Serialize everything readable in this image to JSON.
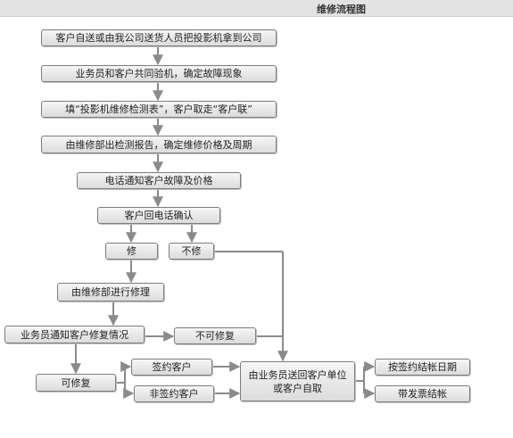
{
  "header": {
    "title": "维修流程图"
  },
  "steps": {
    "s1": "客户自送或由我公司送货人员把投影机拿到公司",
    "s2": "业务员和客户共同验机，确定故障现象",
    "s3": "填“投影机维修检测表”，客户取走“客户联”",
    "s4": "由维修部出检测报告，确定维修价格及周期",
    "s5": "电话通知客户故障及价格",
    "s6": "客户回电话确认",
    "repair": "修",
    "no_repair": "不修",
    "do_repair": "由维修部进行修理",
    "notify": "业务员通知客户修复情况",
    "unrepairable": "不可修复",
    "repairable": "可修复",
    "contract": "签约客户",
    "non_contract": "非签约客户",
    "return_line1": "由业务员送回客户单位",
    "return_line2": "或客户自取",
    "settle_contract": "按签约结帐日期",
    "settle_invoice": "带发票结帐"
  },
  "colors": {
    "line": "#8a8a8a",
    "box_border": "#7d7d7d"
  }
}
